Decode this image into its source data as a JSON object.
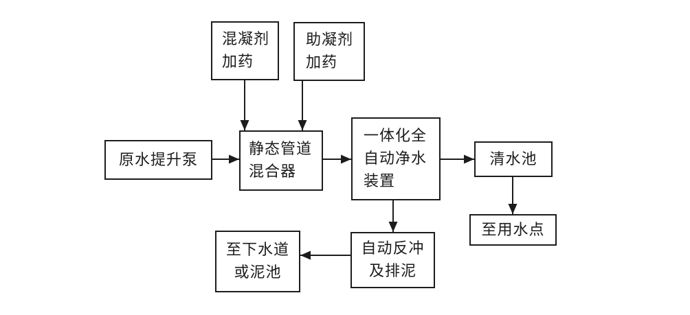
{
  "diagram": {
    "type": "flowchart",
    "colors": {
      "line": "#1c1c1c",
      "text": "#1c1c1c",
      "background": "#ffffff"
    },
    "nodes": {
      "coagulant_dosing": {
        "lines": [
          "混凝剂",
          "加药"
        ]
      },
      "coagulant_aid_dosing": {
        "lines": [
          "助凝剂",
          "加药"
        ]
      },
      "raw_water_pump": {
        "lines": [
          "原水提升泵"
        ]
      },
      "static_mixer": {
        "lines": [
          "静态管道",
          "混合器"
        ]
      },
      "purifier": {
        "lines": [
          "一体化全",
          "自动净水",
          "装置"
        ]
      },
      "clear_water_tank": {
        "lines": [
          "清水池"
        ]
      },
      "to_water_point": {
        "lines": [
          "至用水点"
        ]
      },
      "backwash_sludge": {
        "lines": [
          "自动反冲",
          "及排泥"
        ]
      },
      "to_sewer_or_mud": {
        "lines": [
          "至下水道",
          "或泥池"
        ]
      }
    },
    "edges": [
      {
        "from": "coagulant_dosing",
        "to": "static_mixer",
        "direction": "down"
      },
      {
        "from": "coagulant_aid_dosing",
        "to": "static_mixer",
        "direction": "down"
      },
      {
        "from": "raw_water_pump",
        "to": "static_mixer",
        "direction": "right"
      },
      {
        "from": "static_mixer",
        "to": "purifier",
        "direction": "right"
      },
      {
        "from": "purifier",
        "to": "clear_water_tank",
        "direction": "right"
      },
      {
        "from": "clear_water_tank",
        "to": "to_water_point",
        "direction": "down"
      },
      {
        "from": "purifier",
        "to": "backwash_sludge",
        "direction": "down"
      },
      {
        "from": "backwash_sludge",
        "to": "to_sewer_or_mud",
        "direction": "left"
      }
    ]
  }
}
